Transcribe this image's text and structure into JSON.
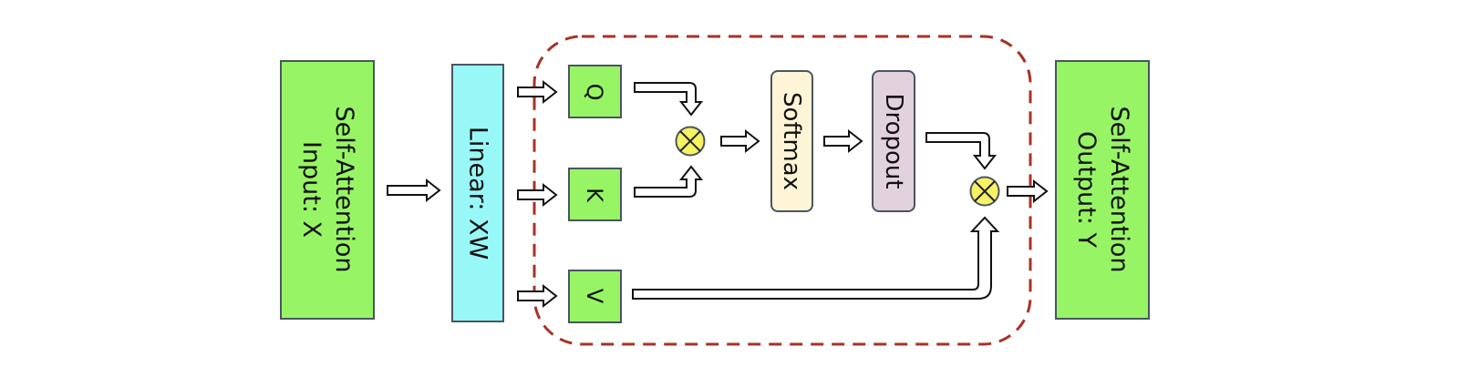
{
  "colors": {
    "io_block": "#97f565",
    "linear_block": "#98f8f8",
    "qkv_block": "#97f565",
    "softmax_block": "#fdf5d6",
    "dropout_block": "#e2d2dd",
    "multiply_fill": "#f6f265",
    "dashed_region": "#a83226",
    "block_border": "#4a5560"
  },
  "icons": {
    "multiply": "circle-times-icon"
  },
  "blocks": {
    "input": {
      "line1": "Self-Attention",
      "line2": "Input: X"
    },
    "linear": {
      "label": "Linear: XW"
    },
    "q": {
      "label": "Q"
    },
    "k": {
      "label": "K"
    },
    "v": {
      "label": "V"
    },
    "softmax": {
      "label": "Softmax"
    },
    "dropout": {
      "label": "Dropout"
    },
    "output": {
      "line1": "Self-Attention",
      "line2": "Output: Y"
    }
  }
}
